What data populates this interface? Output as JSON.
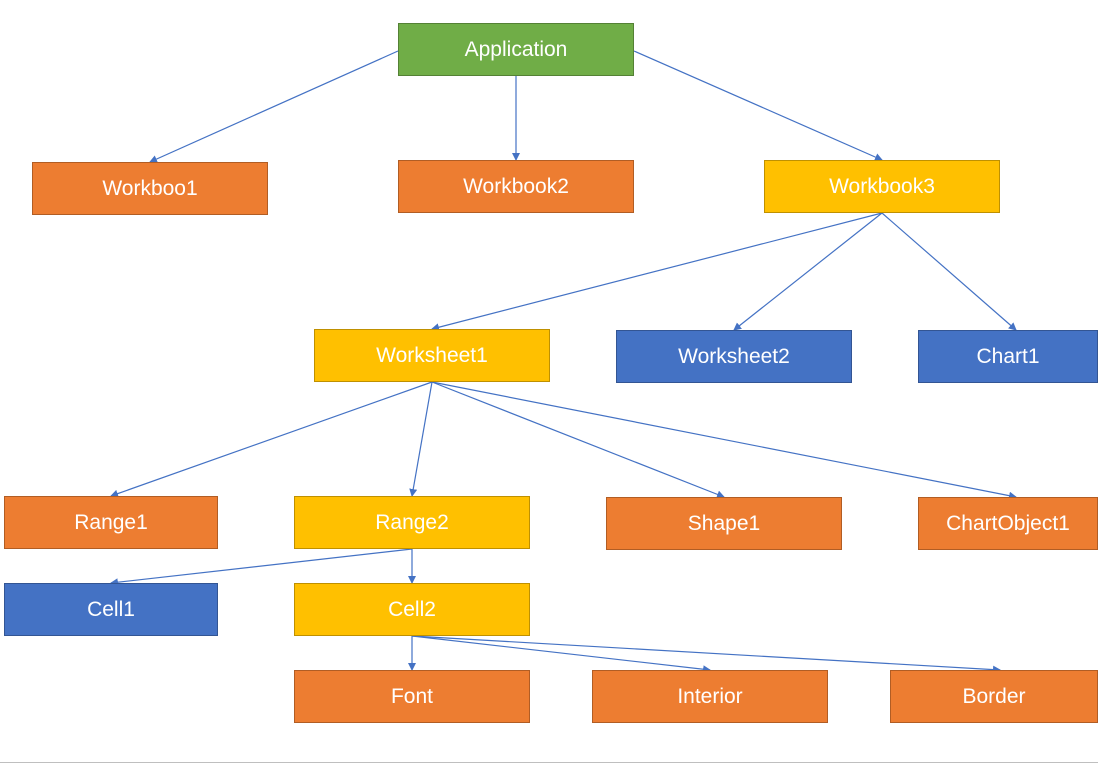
{
  "colors": {
    "root": "#70ad47",
    "orange": "#ed7d31",
    "yellow": "#ffc000",
    "blue": "#4472c4",
    "edge": "#4472c4"
  },
  "nodes": {
    "application": {
      "label": "Application",
      "color": "root"
    },
    "workbook1": {
      "label": "Workboo1",
      "color": "orange"
    },
    "workbook2": {
      "label": "Workbook2",
      "color": "orange"
    },
    "workbook3": {
      "label": "Workbook3",
      "color": "yellow"
    },
    "worksheet1": {
      "label": "Worksheet1",
      "color": "yellow"
    },
    "worksheet2": {
      "label": "Worksheet2",
      "color": "blue"
    },
    "chart1": {
      "label": "Chart1",
      "color": "blue"
    },
    "range1": {
      "label": "Range1",
      "color": "orange"
    },
    "range2": {
      "label": "Range2",
      "color": "yellow"
    },
    "shape1": {
      "label": "Shape1",
      "color": "orange"
    },
    "chartobject1": {
      "label": "ChartObject1",
      "color": "orange"
    },
    "cell1": {
      "label": "Cell1",
      "color": "blue"
    },
    "cell2": {
      "label": "Cell2",
      "color": "yellow"
    },
    "font": {
      "label": "Font",
      "color": "orange"
    },
    "interior": {
      "label": "Interior",
      "color": "orange"
    },
    "border": {
      "label": "Border",
      "color": "orange"
    }
  },
  "edges": [
    [
      "application",
      "workbook1"
    ],
    [
      "application",
      "workbook2"
    ],
    [
      "application",
      "workbook3"
    ],
    [
      "workbook3",
      "worksheet1"
    ],
    [
      "workbook3",
      "worksheet2"
    ],
    [
      "workbook3",
      "chart1"
    ],
    [
      "worksheet1",
      "range1"
    ],
    [
      "worksheet1",
      "range2"
    ],
    [
      "worksheet1",
      "shape1"
    ],
    [
      "worksheet1",
      "chartobject1"
    ],
    [
      "range2",
      "cell1"
    ],
    [
      "range2",
      "cell2"
    ],
    [
      "cell2",
      "font"
    ],
    [
      "cell2",
      "interior"
    ],
    [
      "cell2",
      "border"
    ]
  ]
}
